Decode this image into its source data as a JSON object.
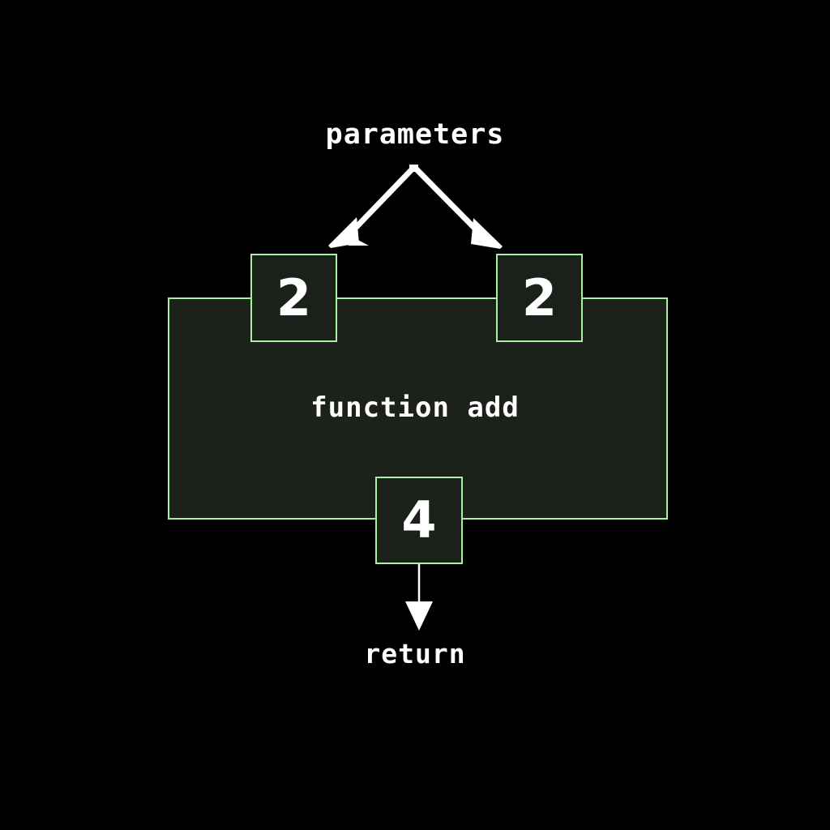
{
  "diagram": {
    "title_label": "parameters",
    "function_label": "function add",
    "return_label": "return",
    "parameters": [
      {
        "value": "2"
      },
      {
        "value": "2"
      }
    ],
    "result": {
      "value": "4"
    },
    "colors": {
      "background": "#000000",
      "box_fill": "#1c221a",
      "box_border": "#a9f0a2",
      "text": "#ffffff",
      "arrow": "#ffffff"
    },
    "arrows": {
      "parameter_fan": {
        "apex_label": "parameters",
        "targets": [
          "param-left",
          "param-right"
        ]
      },
      "return_arrow": {
        "from": "result-box",
        "to_label": "return"
      }
    }
  }
}
